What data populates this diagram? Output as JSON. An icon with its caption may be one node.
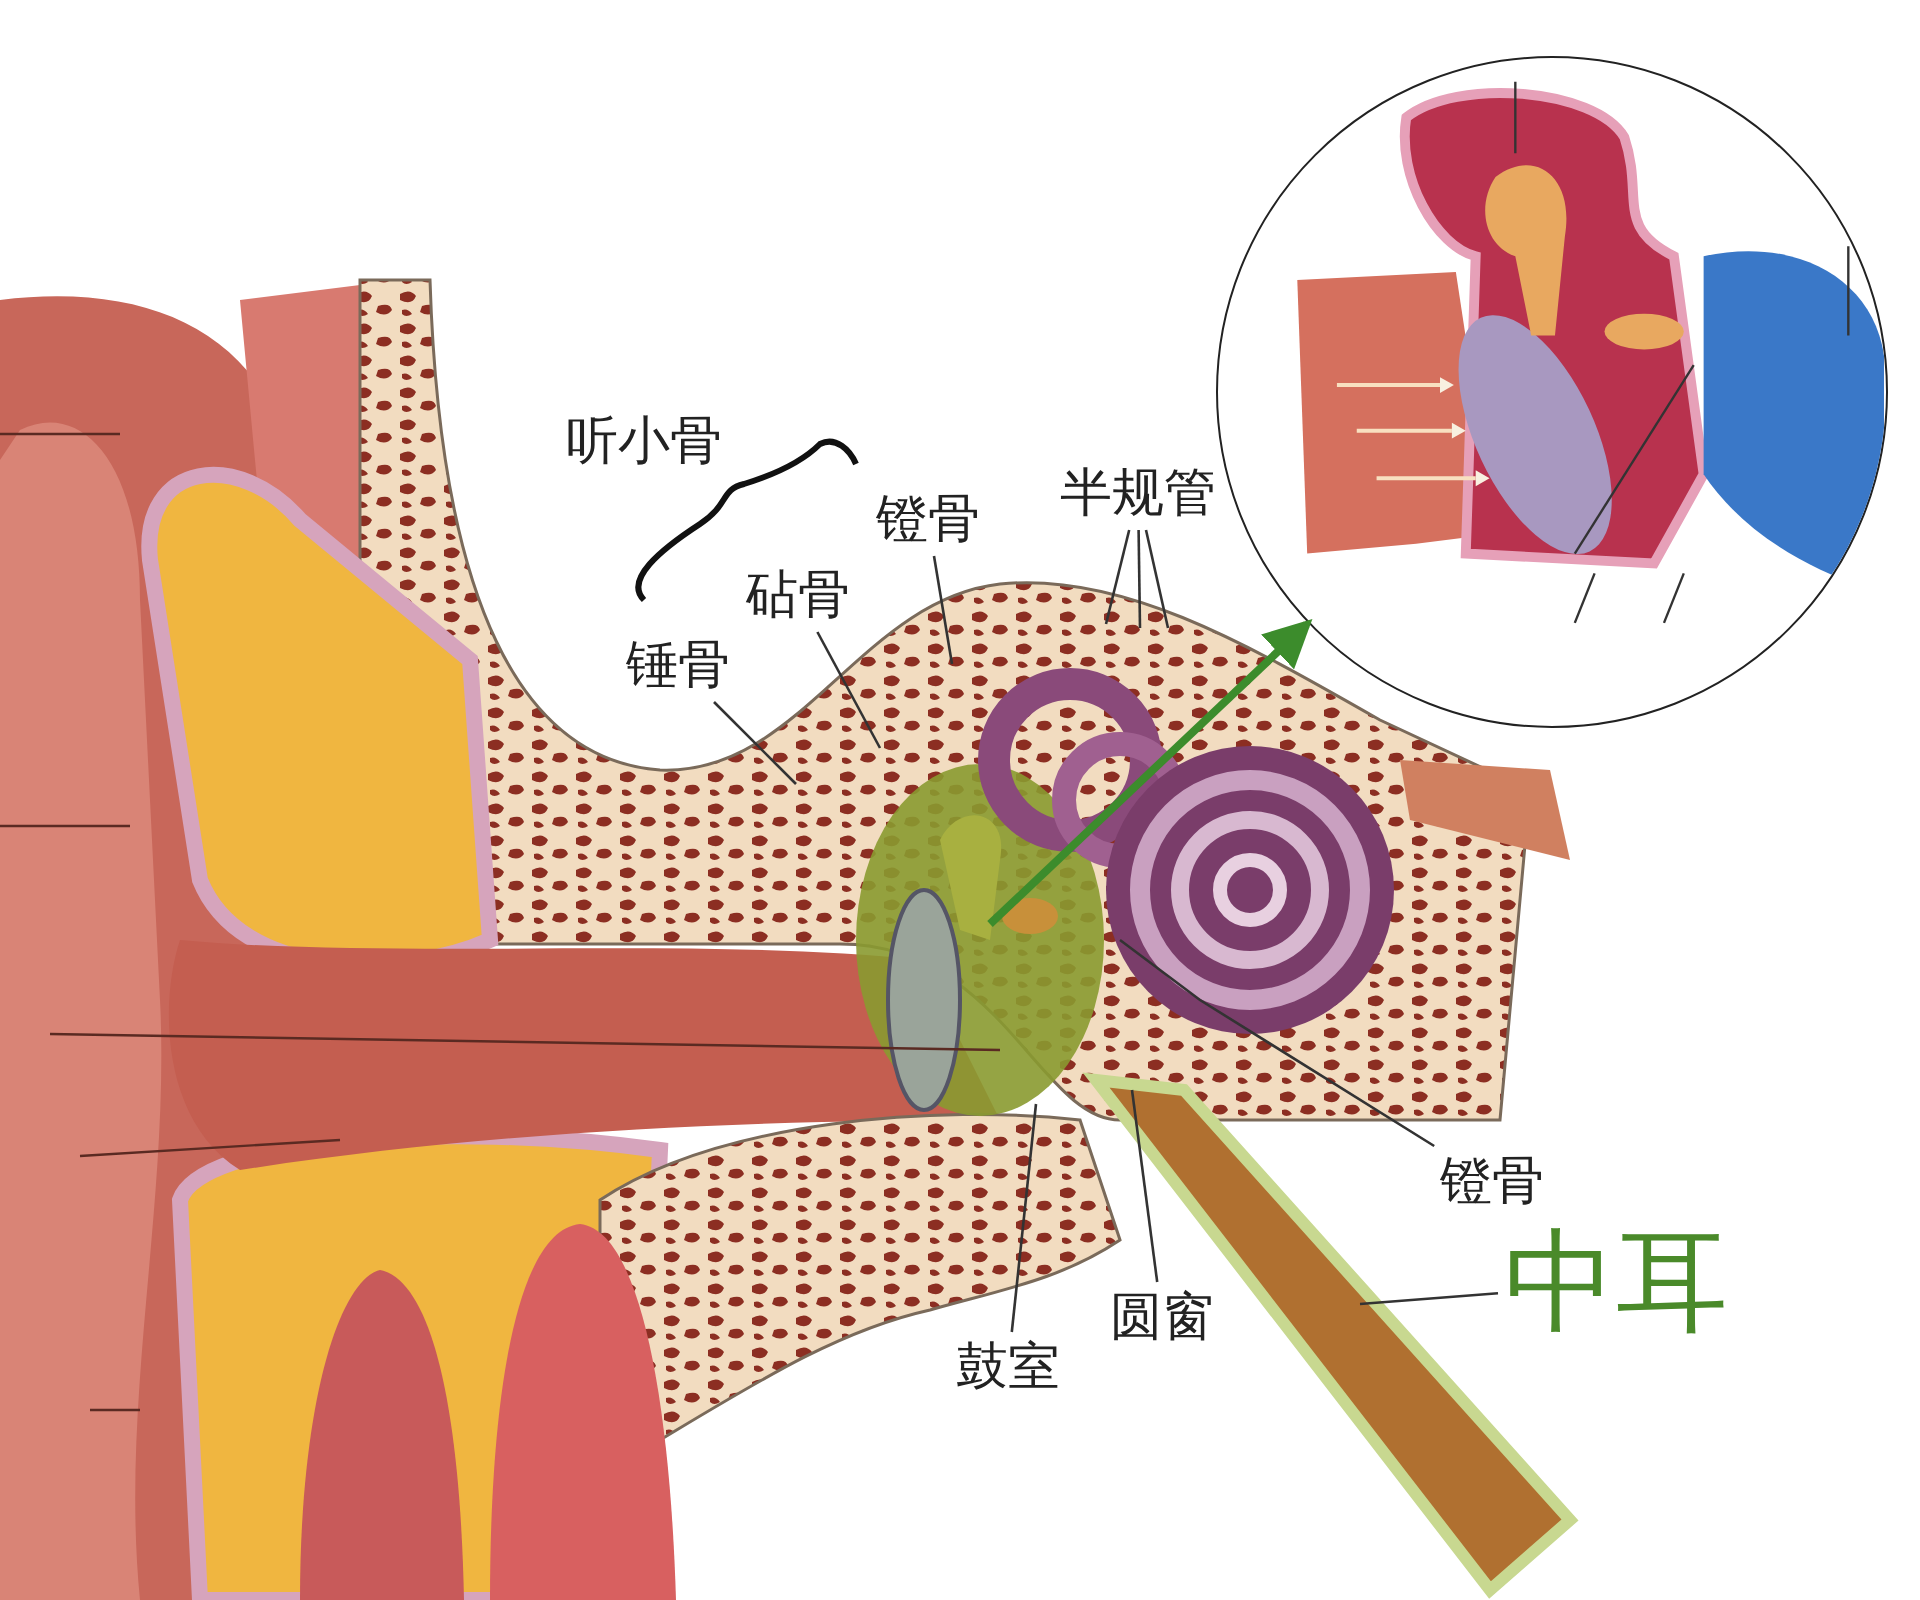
{
  "diagram": {
    "nodes": [
      {
        "text": [
          "锤骨"
        ]
      },
      {
        "text": [
          "砧骨"
        ]
      },
      {
        "text": [
          "镫骨"
        ]
      },
      {
        "text": [
          "半规管"
        ]
      },
      {
        "text": [
          "镫骨"
        ]
      },
      {
        "text": [
          "圆窗"
        ]
      },
      {
        "text": [
          "鼓室"
        ]
      },
      {
        "text": [
          "中耳"
        ]
      },
      {
        "text": [],
        "shape": "circle"
      }
    ],
    "edges": [
      {
        "from": 0,
        "to": null,
        "arrow": "none"
      },
      {
        "from": 1,
        "to": null,
        "arrow": "none"
      },
      {
        "from": 2,
        "to": null,
        "arrow": "none"
      },
      {
        "from": 3,
        "to": null,
        "arrow": "none"
      },
      {
        "from": 3,
        "to": null,
        "arrow": "none"
      },
      {
        "from": 3,
        "to": null,
        "arrow": "none"
      },
      {
        "from": 4,
        "to": null,
        "arrow": "none"
      },
      {
        "from": 5,
        "to": null,
        "arrow": "none"
      },
      {
        "from": 6,
        "to": null,
        "arrow": "none"
      },
      {
        "from": 7,
        "to": null,
        "arrow": "none"
      },
      {
        "from": null,
        "to": 8,
        "arrow": "to",
        "style": "thick",
        "color": "#3c8c2c"
      }
    ],
    "labels": [
      "听小骨"
    ]
  }
}
